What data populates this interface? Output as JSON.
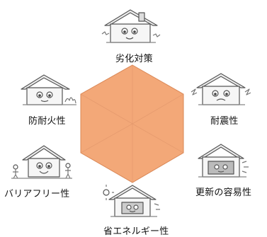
{
  "diagram": {
    "hexagon_fill": "#f3a878",
    "hexagon_stroke": "#d98756",
    "labels": {
      "top": "劣化対策",
      "upper_left": "防耐火性",
      "upper_right": "耐震性",
      "lower_left": "バリアフリー性",
      "lower_right": "更新の容易性",
      "bottom": "省エネルギー性"
    },
    "icons": {
      "top": "house-character-icon",
      "upper_left": "house-character-fire-icon",
      "upper_right": "house-character-quake-icon",
      "lower_left": "house-character-barrierfree-icon",
      "lower_right": "house-character-renovation-icon",
      "bottom": "house-character-energy-icon"
    }
  }
}
